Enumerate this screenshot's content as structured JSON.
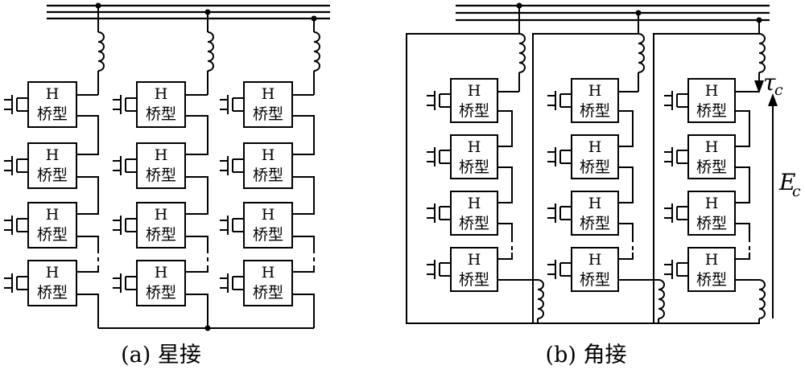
{
  "module": {
    "line1": "H",
    "line2": "桥型"
  },
  "star": {
    "caption": "(a) 星接",
    "phases": 3,
    "modules_per_phase": 4
  },
  "delta": {
    "caption": "(b) 角接",
    "phases": 3,
    "modules_per_phase": 4,
    "current_symbol": "τ",
    "current_subscript": "c",
    "voltage_symbol": "E",
    "voltage_subscript": "c"
  }
}
